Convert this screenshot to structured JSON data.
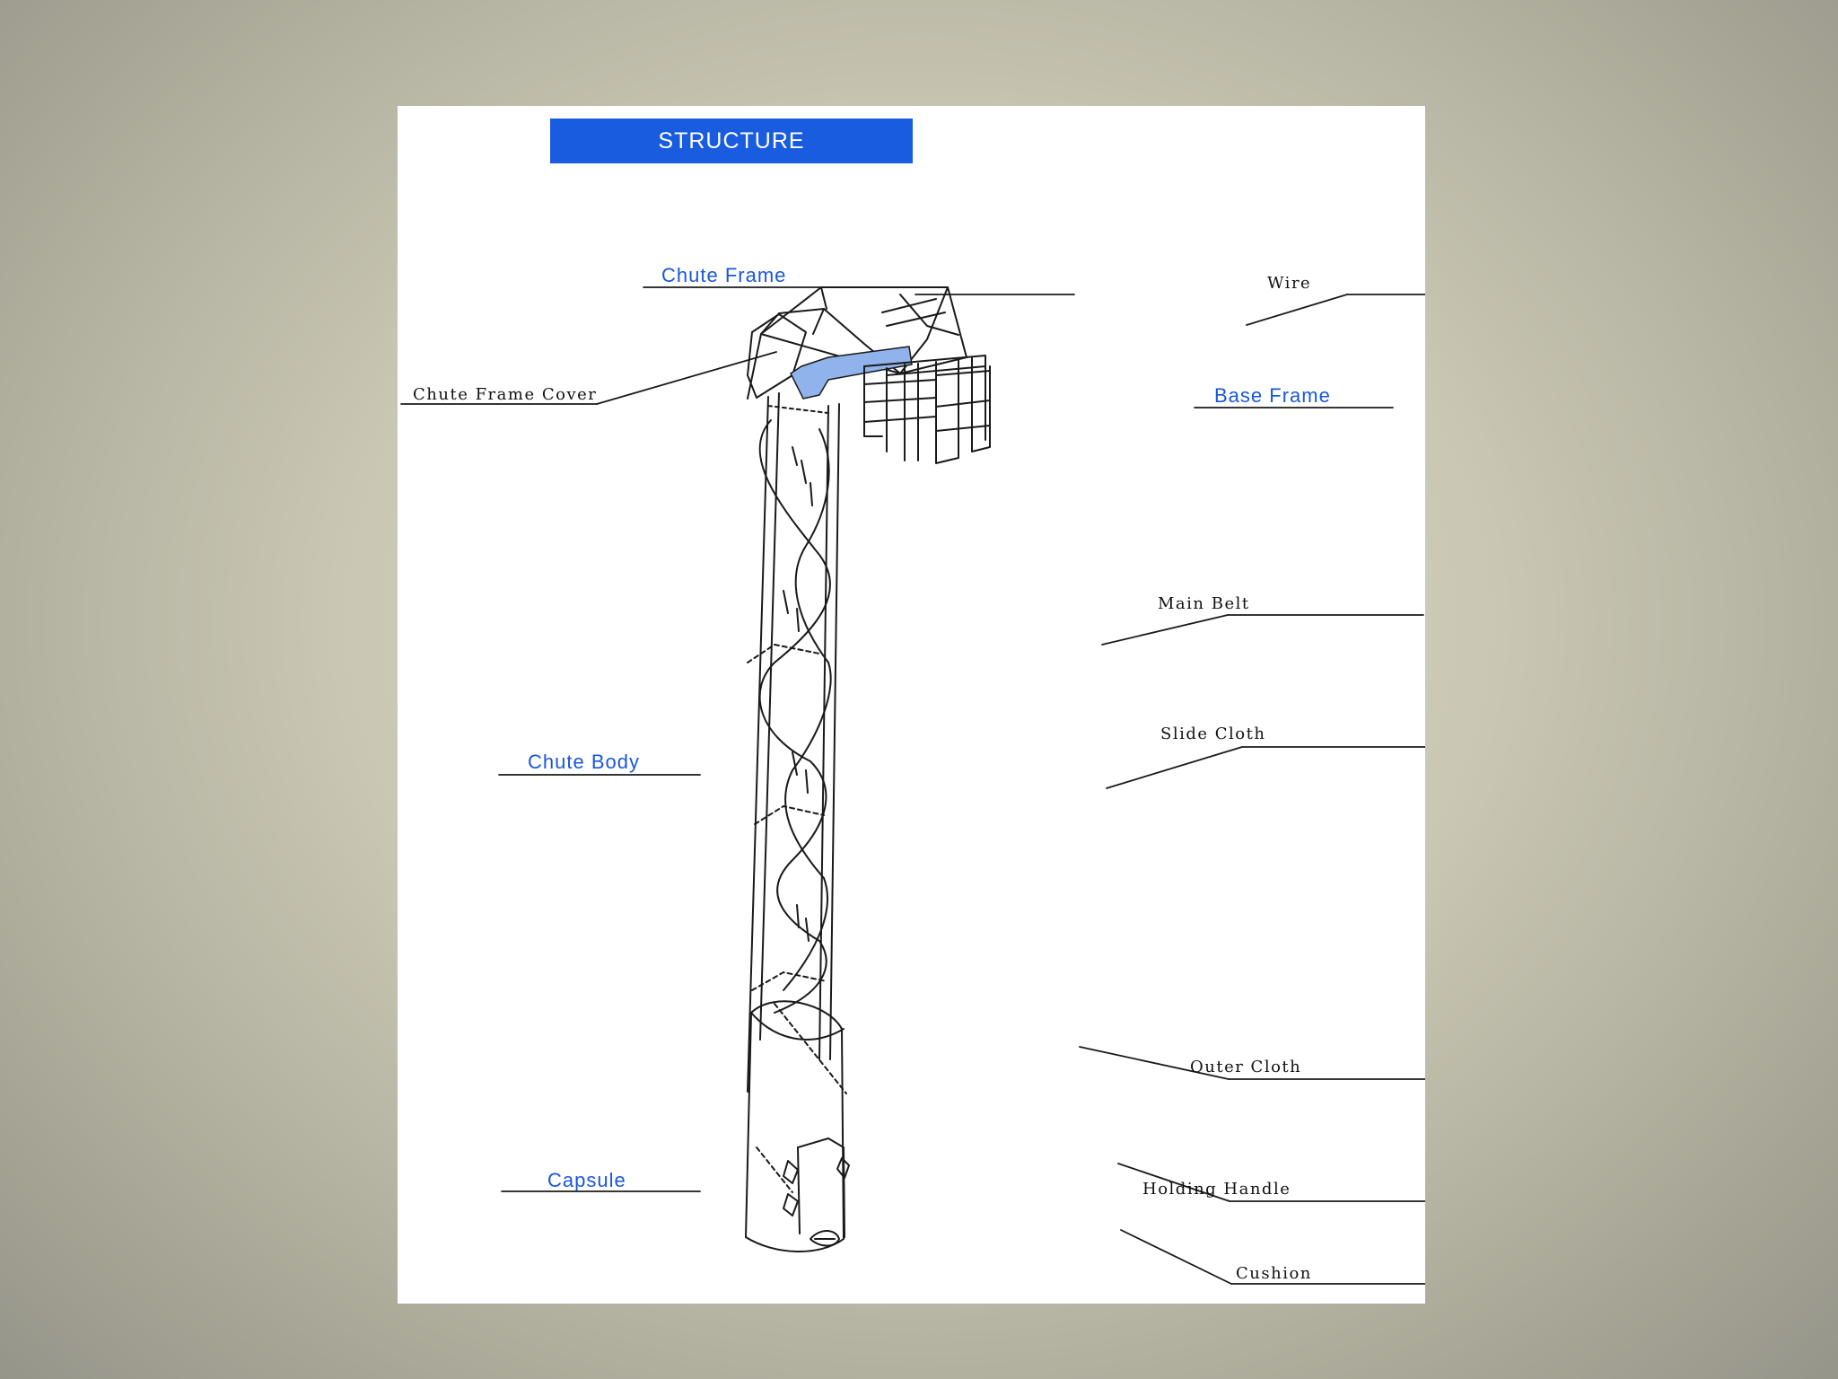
{
  "title": "STRUCTURE",
  "labels": {
    "chute_frame": "Chute Frame",
    "wire": "Wire",
    "chute_frame_cover": "Chute Frame Cover",
    "base_frame": "Base Frame",
    "main_belt": "Main Belt",
    "slide_cloth": "Slide Cloth",
    "chute_body": "Chute Body",
    "outer_cloth": "Outer Cloth",
    "capsule": "Capsule",
    "holding_handle": "Holding Handle",
    "cushion": "Cushion"
  },
  "colors": {
    "background": "#c9c7b3",
    "banner": "#1a5ce0",
    "category_label": "#1a57d8",
    "part_label": "#111111",
    "chute_frame_plate": "#8fb3ea"
  }
}
